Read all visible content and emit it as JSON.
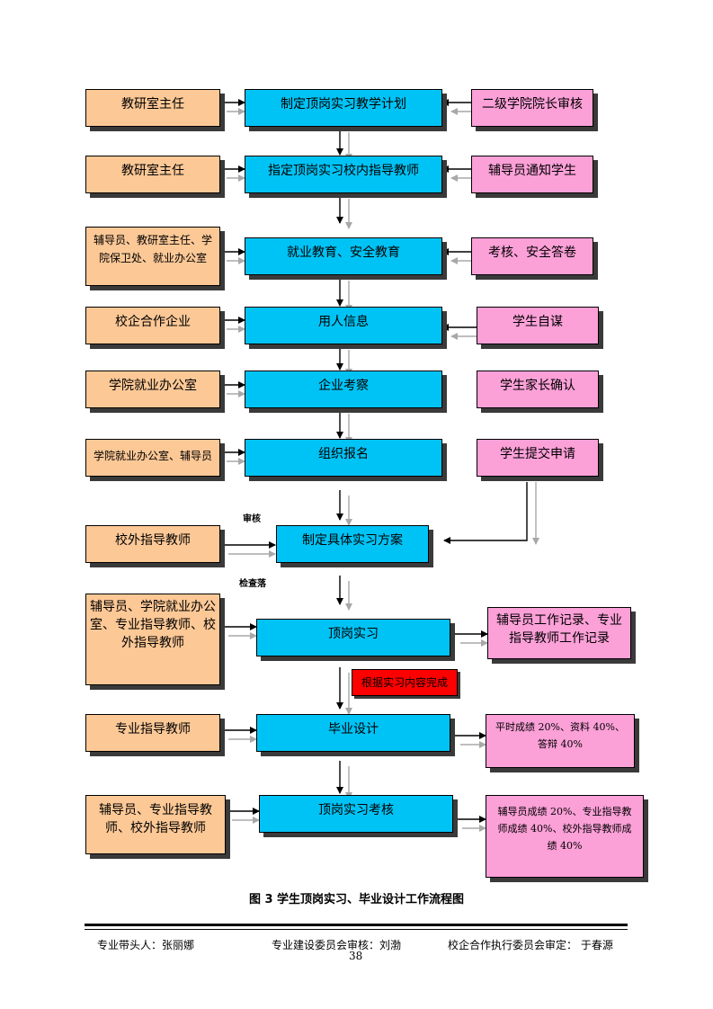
{
  "nodes": {
    "left1": "教研室主任",
    "center1": "制定顶岗实习教学计划",
    "right1": "二级学院院长审核",
    "left2": "教研室主任",
    "center2": "指定顶岗实习校内指导教师",
    "right2": "辅导员通知学生",
    "left3": "辅导员、教研室主任、学院保卫处、就业办公室",
    "center3": "就业教育、安全教育",
    "right3": "考核、安全答卷",
    "left4": "校企合作企业",
    "center4": "用人信息",
    "right4": "学生自谋",
    "left5": "学院就业办公室",
    "center5": "企业考察",
    "right5": "学生家长确认",
    "left6": "学院就业办公室、辅导员",
    "center6": "组织报名",
    "right6": "学生提交申请",
    "left7": "校外指导教师",
    "center7": "制定具体实习方案",
    "left8": "辅导员、学院就业办公室、专业指导教师、校外指导教师",
    "center8": "顶岗实习",
    "right8": "辅导员工作记录、专业指导教师工作记录",
    "note": "根据实习内容完成",
    "left9": "专业指导教师",
    "center9": "毕业设计",
    "right9": "平时成绩 20%、资料 40%、答辩 40%",
    "left10": "辅导员、专业指导教师、校外指导教师",
    "center10": "顶岗实习考核",
    "right10": "辅导员成绩 20%、专业指导教师成绩 40%、校外指导教师成绩 40%"
  },
  "labels": {
    "review": "审核",
    "inspect": "检查落"
  },
  "caption": "图 3  学生顶岗实习、毕业设计工作流程图",
  "footer": {
    "lead": "专业带头人：张丽娜",
    "committee": "专业建设委员会审核：刘渤",
    "coop": "校企合作执行委员会审定：  于春源",
    "page": "38"
  },
  "colors": {
    "orange": "#fcc896",
    "cyan": "#00c3f5",
    "pink": "#fca0d8",
    "red": "#fe0000"
  }
}
